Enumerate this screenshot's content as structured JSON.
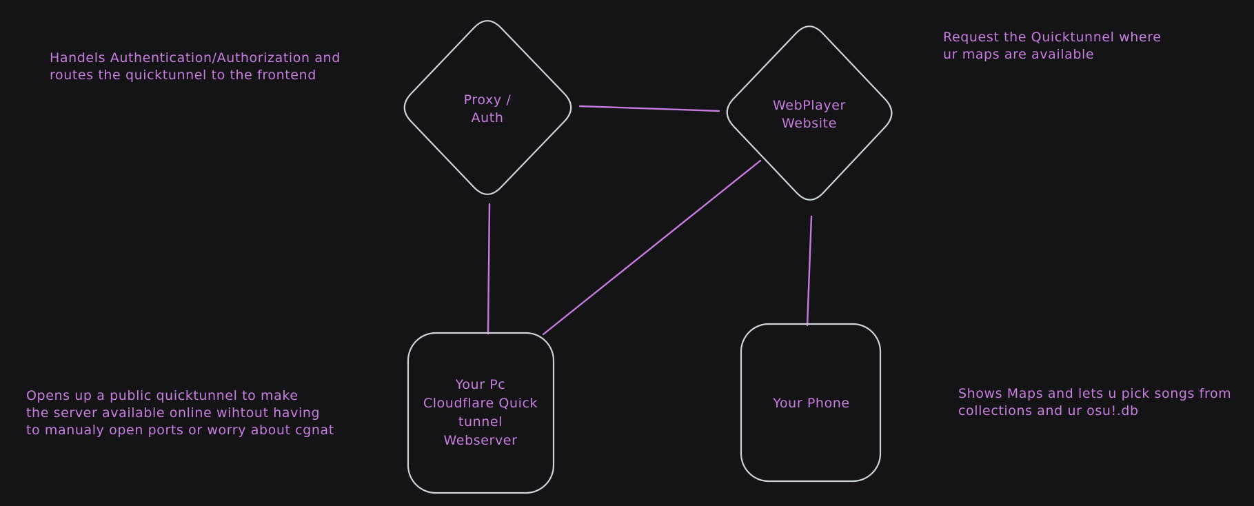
{
  "canvas": {
    "background_color": "#141416",
    "shape_stroke_color": "#ced4da",
    "accent_color": "#c87ee0",
    "style": "hand-drawn diagram, dark theme"
  },
  "nodes": [
    {
      "id": "proxy-auth",
      "shape": "diamond",
      "label": "Proxy /\nAuth"
    },
    {
      "id": "webplayer-website",
      "shape": "diamond",
      "label": "WebPlayer\nWebsite"
    },
    {
      "id": "your-pc",
      "shape": "rounded-rectangle",
      "label": "Your Pc\nCloudflare Quick\ntunnel\nWebserver"
    },
    {
      "id": "your-phone",
      "shape": "rounded-rectangle",
      "label": "Your Phone"
    }
  ],
  "edges": [
    {
      "from": "proxy-auth",
      "to": "webplayer-website"
    },
    {
      "from": "proxy-auth",
      "to": "your-pc"
    },
    {
      "from": "webplayer-website",
      "to": "your-pc"
    },
    {
      "from": "webplayer-website",
      "to": "your-phone"
    }
  ],
  "annotations": [
    {
      "id": "proxy-auth-note",
      "text": "Handels Authentication/Authorization and\nroutes the quicktunnel to the frontend"
    },
    {
      "id": "webplayer-note",
      "text": "Request the Quicktunnel where\nur maps are available"
    },
    {
      "id": "your-pc-note",
      "text": "Opens up a public quicktunnel to make\nthe server available online wihtout having\nto manualy open ports or worry about cgnat"
    },
    {
      "id": "your-phone-note",
      "text": "Shows Maps and lets u pick songs from\ncollections and ur osu!.db"
    }
  ]
}
